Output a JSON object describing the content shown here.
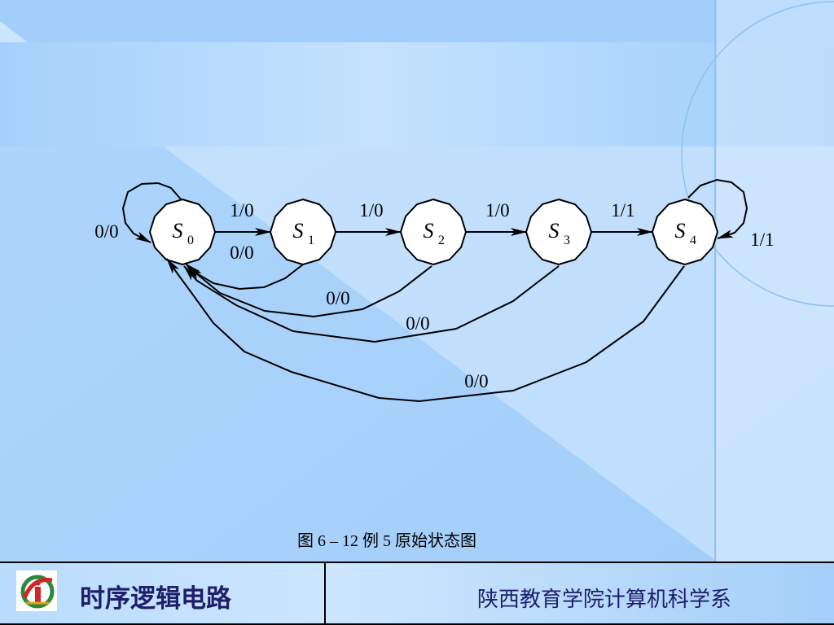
{
  "diagram": {
    "states": [
      {
        "letter": "S",
        "sub": "0"
      },
      {
        "letter": "S",
        "sub": "1"
      },
      {
        "letter": "S",
        "sub": "2"
      },
      {
        "letter": "S",
        "sub": "3"
      },
      {
        "letter": "S",
        "sub": "4"
      }
    ],
    "transitions": {
      "s0_self": "0/0",
      "s0_s1": "1/0",
      "s1_s2": "1/0",
      "s2_s3": "1/0",
      "s3_s4": "1/1",
      "s4_self": "1/1",
      "s1_s0": "0/0",
      "s2_s0": "0/0",
      "s3_s0": "0/0",
      "s4_s0": "0/0"
    }
  },
  "caption": "图 6 – 12   例 5 原始状态图",
  "footer": {
    "title": "时序逻辑电路",
    "school": "陕西教育学院计算机科学系"
  }
}
